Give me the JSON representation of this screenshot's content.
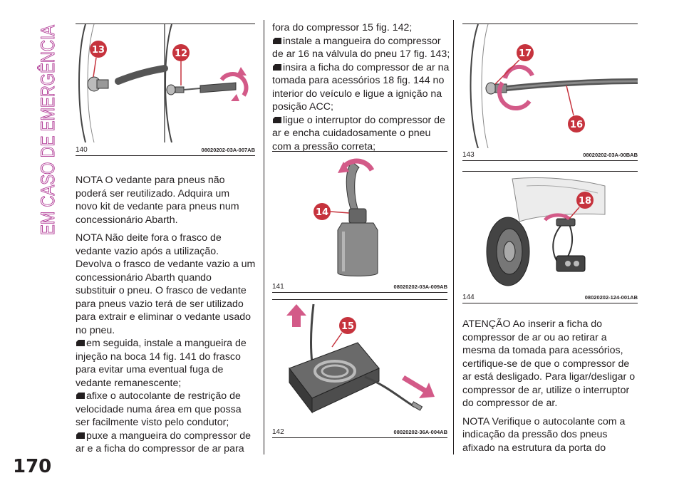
{
  "section_title": "EM CASO DE EMERGÊNCIA",
  "page_number": "170",
  "colors": {
    "section_accent": "#b13b96",
    "badge": "#c6333d",
    "arrow": "#d35a88"
  },
  "figures": [
    {
      "number": "140",
      "code": "08020202-03A-007AB",
      "labels": [
        "13",
        "12"
      ]
    },
    {
      "number": "141",
      "code": "08020202-03A-009AB",
      "labels": [
        "14"
      ]
    },
    {
      "number": "142",
      "code": "08020202-36A-004AB",
      "labels": [
        "15"
      ]
    },
    {
      "number": "143",
      "code": "08020202-03A-00BAB",
      "labels": [
        "17",
        "16"
      ]
    },
    {
      "number": "144",
      "code": "08020202-124-001AB",
      "labels": [
        "18"
      ]
    }
  ],
  "col1": {
    "p1": [
      "NOTA  O vedante para pneus não",
      "poderá ser reutilizado. Adquira um",
      "novo kit de vedante para pneus num",
      "concessionário Abarth."
    ],
    "p2": [
      "NOTA  Não deite fora o frasco de",
      "vedante vazio após a utilização.",
      "Devolva o frasco de vedante vazio a um",
      "concessionário Abarth quando",
      "substituir o pneu. O frasco de vedante",
      "para pneus vazio terá de ser utilizado",
      "para extrair e eliminar o vedante usado",
      "no pneu."
    ],
    "b1": [
      "em seguida, instale a mangueira de",
      "injeção na boca 14 fig. 141 do frasco",
      "para evitar uma eventual fuga de",
      "vedante remanescente;"
    ],
    "b2": [
      "afixe o autocolante de restrição de",
      "velocidade numa área em que possa",
      "ser facilmente visto pelo condutor;"
    ],
    "b3": [
      "puxe a mangueira do compressor de",
      "ar e a ficha do compressor de ar para"
    ]
  },
  "col2": {
    "l0": "fora do compressor 15 fig. 142;",
    "b1": [
      "instale a mangueira do compressor",
      "de ar 16 na válvula do pneu 17 fig. 143;"
    ],
    "b2": [
      "insira a ficha do compressor de ar na",
      "tomada para acessórios 18 fig. 144 no",
      "interior do veículo e ligue a ignição na",
      "posição ACC;"
    ],
    "b3": [
      "ligue o interruptor do compressor de",
      "ar e encha cuidadosamente o pneu",
      "com a pressão correta;"
    ]
  },
  "col3": {
    "p1": [
      "ATENÇÃO Ao inserir a ficha do",
      "compressor de ar ou ao retirar a",
      "mesma da tomada para acessórios,",
      "certifique-se de que o compressor de",
      "ar está desligado. Para ligar/desligar o",
      "compressor de ar, utilize o interruptor",
      "do compressor de ar."
    ],
    "p2": [
      "NOTA Verifique o autocolante com a",
      "indicação da pressão dos pneus",
      "afixado na estrutura da porta do"
    ]
  }
}
